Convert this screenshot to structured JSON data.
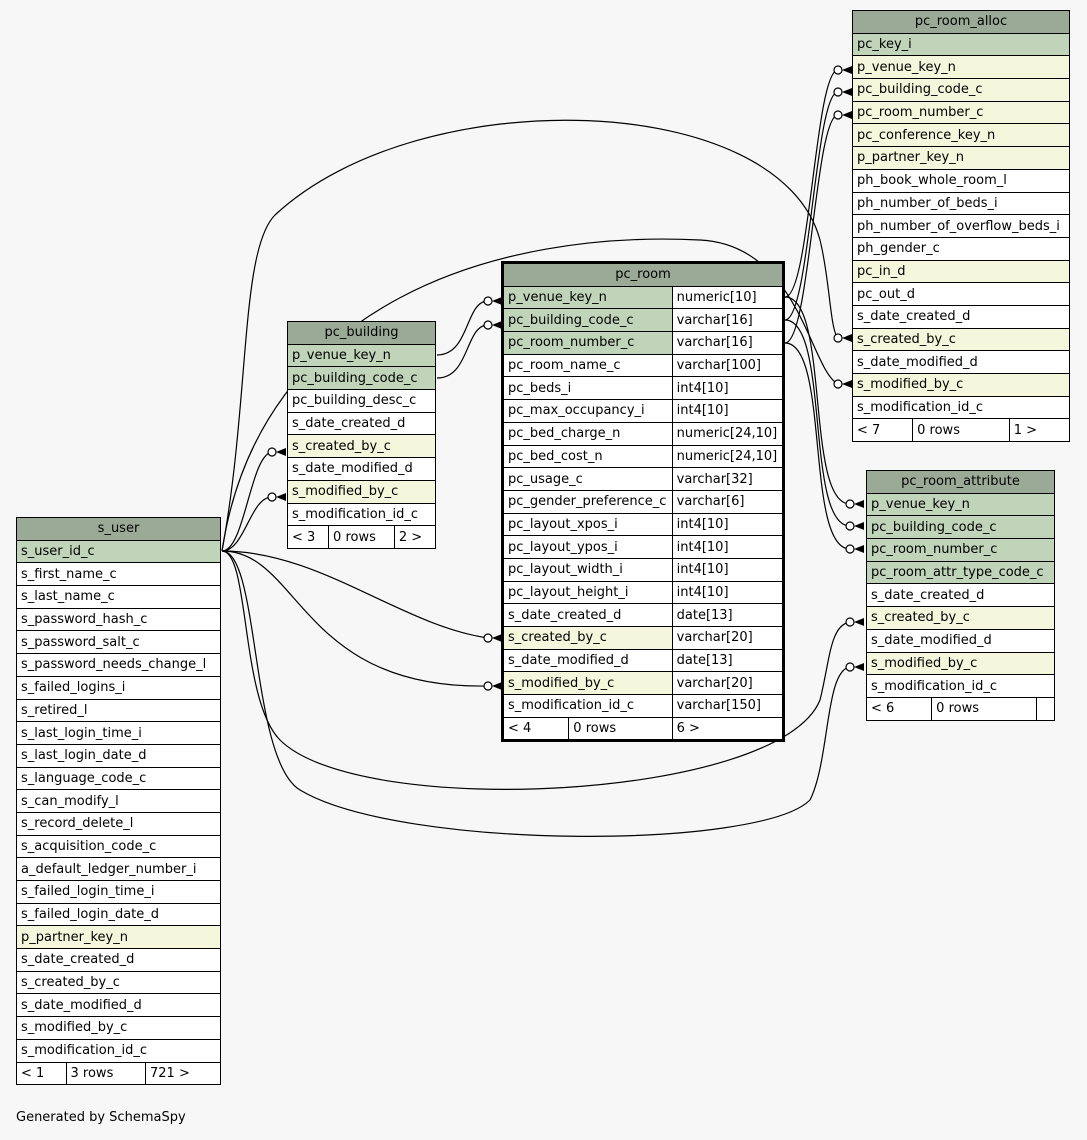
{
  "tables": {
    "s_user": {
      "name": "s_user",
      "columns": [
        {
          "name": "s_user_id_c",
          "kind": "pk"
        },
        {
          "name": "s_first_name_c",
          "kind": ""
        },
        {
          "name": "s_last_name_c",
          "kind": ""
        },
        {
          "name": "s_password_hash_c",
          "kind": ""
        },
        {
          "name": "s_password_salt_c",
          "kind": ""
        },
        {
          "name": "s_password_needs_change_l",
          "kind": ""
        },
        {
          "name": "s_failed_logins_i",
          "kind": ""
        },
        {
          "name": "s_retired_l",
          "kind": ""
        },
        {
          "name": "s_last_login_time_i",
          "kind": ""
        },
        {
          "name": "s_last_login_date_d",
          "kind": ""
        },
        {
          "name": "s_language_code_c",
          "kind": ""
        },
        {
          "name": "s_can_modify_l",
          "kind": ""
        },
        {
          "name": "s_record_delete_l",
          "kind": ""
        },
        {
          "name": "s_acquisition_code_c",
          "kind": ""
        },
        {
          "name": "a_default_ledger_number_i",
          "kind": ""
        },
        {
          "name": "s_failed_login_time_i",
          "kind": ""
        },
        {
          "name": "s_failed_login_date_d",
          "kind": ""
        },
        {
          "name": "p_partner_key_n",
          "kind": "fk"
        },
        {
          "name": "s_date_created_d",
          "kind": ""
        },
        {
          "name": "s_created_by_c",
          "kind": ""
        },
        {
          "name": "s_date_modified_d",
          "kind": ""
        },
        {
          "name": "s_modified_by_c",
          "kind": ""
        },
        {
          "name": "s_modification_id_c",
          "kind": ""
        }
      ],
      "footer": [
        "< 1",
        "3 rows",
        "721 >"
      ]
    },
    "pc_building": {
      "name": "pc_building",
      "columns": [
        {
          "name": "p_venue_key_n",
          "kind": "pk"
        },
        {
          "name": "pc_building_code_c",
          "kind": "pk"
        },
        {
          "name": "pc_building_desc_c",
          "kind": ""
        },
        {
          "name": "s_date_created_d",
          "kind": ""
        },
        {
          "name": "s_created_by_c",
          "kind": "fk"
        },
        {
          "name": "s_date_modified_d",
          "kind": ""
        },
        {
          "name": "s_modified_by_c",
          "kind": "fk"
        },
        {
          "name": "s_modification_id_c",
          "kind": ""
        }
      ],
      "footer": [
        "< 3",
        "0 rows",
        "2 >"
      ]
    },
    "pc_room": {
      "name": "pc_room",
      "columns": [
        {
          "name": "p_venue_key_n",
          "type": "numeric[10]",
          "kind": "pk"
        },
        {
          "name": "pc_building_code_c",
          "type": "varchar[16]",
          "kind": "pk"
        },
        {
          "name": "pc_room_number_c",
          "type": "varchar[16]",
          "kind": "pk"
        },
        {
          "name": "pc_room_name_c",
          "type": "varchar[100]",
          "kind": ""
        },
        {
          "name": "pc_beds_i",
          "type": "int4[10]",
          "kind": ""
        },
        {
          "name": "pc_max_occupancy_i",
          "type": "int4[10]",
          "kind": ""
        },
        {
          "name": "pc_bed_charge_n",
          "type": "numeric[24,10]",
          "kind": ""
        },
        {
          "name": "pc_bed_cost_n",
          "type": "numeric[24,10]",
          "kind": ""
        },
        {
          "name": "pc_usage_c",
          "type": "varchar[32]",
          "kind": ""
        },
        {
          "name": "pc_gender_preference_c",
          "type": "varchar[6]",
          "kind": ""
        },
        {
          "name": "pc_layout_xpos_i",
          "type": "int4[10]",
          "kind": ""
        },
        {
          "name": "pc_layout_ypos_i",
          "type": "int4[10]",
          "kind": ""
        },
        {
          "name": "pc_layout_width_i",
          "type": "int4[10]",
          "kind": ""
        },
        {
          "name": "pc_layout_height_i",
          "type": "int4[10]",
          "kind": ""
        },
        {
          "name": "s_date_created_d",
          "type": "date[13]",
          "kind": ""
        },
        {
          "name": "s_created_by_c",
          "type": "varchar[20]",
          "kind": "fk"
        },
        {
          "name": "s_date_modified_d",
          "type": "date[13]",
          "kind": ""
        },
        {
          "name": "s_modified_by_c",
          "type": "varchar[20]",
          "kind": "fk"
        },
        {
          "name": "s_modification_id_c",
          "type": "varchar[150]",
          "kind": ""
        }
      ],
      "footer": [
        "< 4",
        "0 rows",
        "6 >"
      ]
    },
    "pc_room_alloc": {
      "name": "pc_room_alloc",
      "columns": [
        {
          "name": "pc_key_i",
          "kind": "pk"
        },
        {
          "name": "p_venue_key_n",
          "kind": "fk"
        },
        {
          "name": "pc_building_code_c",
          "kind": "fk"
        },
        {
          "name": "pc_room_number_c",
          "kind": "fk"
        },
        {
          "name": "pc_conference_key_n",
          "kind": "fk"
        },
        {
          "name": "p_partner_key_n",
          "kind": "fk"
        },
        {
          "name": "ph_book_whole_room_l",
          "kind": ""
        },
        {
          "name": "ph_number_of_beds_i",
          "kind": ""
        },
        {
          "name": "ph_number_of_overflow_beds_i",
          "kind": ""
        },
        {
          "name": "ph_gender_c",
          "kind": ""
        },
        {
          "name": "pc_in_d",
          "kind": "fk"
        },
        {
          "name": "pc_out_d",
          "kind": ""
        },
        {
          "name": "s_date_created_d",
          "kind": ""
        },
        {
          "name": "s_created_by_c",
          "kind": "fk"
        },
        {
          "name": "s_date_modified_d",
          "kind": ""
        },
        {
          "name": "s_modified_by_c",
          "kind": "fk"
        },
        {
          "name": "s_modification_id_c",
          "kind": ""
        }
      ],
      "footer": [
        "< 7",
        "0 rows",
        "1 >"
      ]
    },
    "pc_room_attribute": {
      "name": "pc_room_attribute",
      "columns": [
        {
          "name": "p_venue_key_n",
          "kind": "pk"
        },
        {
          "name": "pc_building_code_c",
          "kind": "pk"
        },
        {
          "name": "pc_room_number_c",
          "kind": "pk"
        },
        {
          "name": "pc_room_attr_type_code_c",
          "kind": "pk"
        },
        {
          "name": "s_date_created_d",
          "kind": ""
        },
        {
          "name": "s_created_by_c",
          "kind": "fk"
        },
        {
          "name": "s_date_modified_d",
          "kind": ""
        },
        {
          "name": "s_modified_by_c",
          "kind": "fk"
        },
        {
          "name": "s_modification_id_c",
          "kind": ""
        }
      ],
      "footer": [
        "< 6",
        "0 rows",
        ""
      ]
    }
  },
  "caption": "Generated by SchemaSpy",
  "colors": {
    "title_bg": "#9aaa96",
    "pk_bg": "#bfd4b8",
    "fk_bg": "#f4f7dc",
    "background": "#f7f7f7"
  }
}
